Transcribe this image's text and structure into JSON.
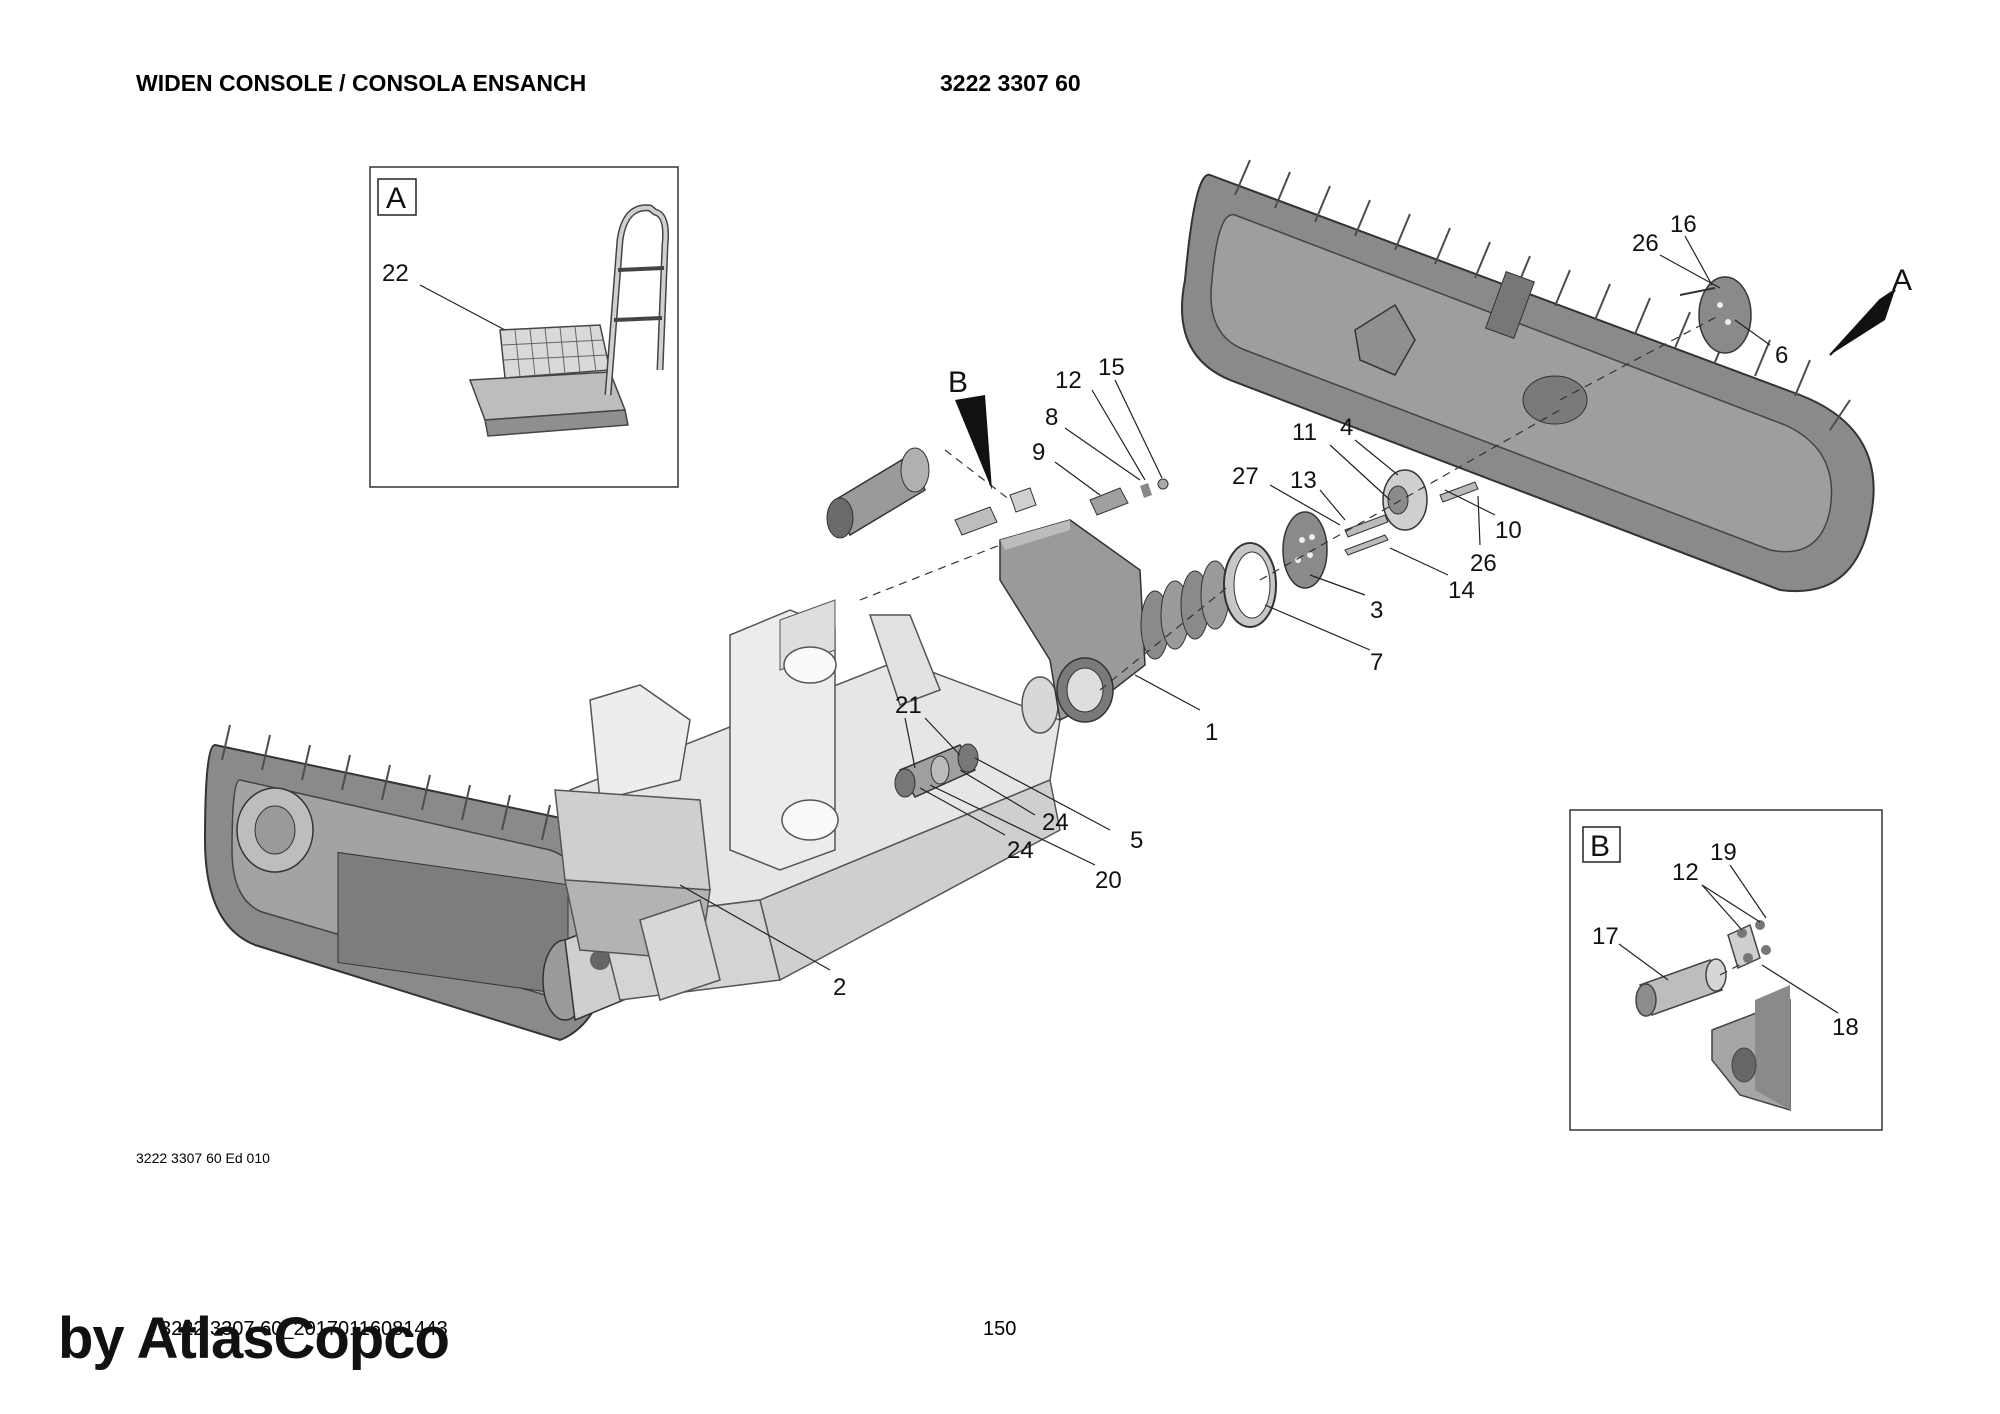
{
  "header": {
    "title": "WIDEN CONSOLE / CONSOLA ENSANCH",
    "part_number": "3222 3307 60"
  },
  "edition": "3222 3307 60 Ed 010",
  "footer": {
    "code": "3222 3307 60_20170116081443",
    "page": "150"
  },
  "watermark": "by AtlasCopco",
  "detail_views": {
    "a": {
      "label": "A"
    },
    "b": {
      "label": "B"
    }
  },
  "view_markers": {
    "a": "A",
    "b": "B"
  },
  "callouts": {
    "c1": "1",
    "c2": "2",
    "c3": "3",
    "c4": "4",
    "c5": "5",
    "c6": "6",
    "c7": "7",
    "c8": "8",
    "c9": "9",
    "c10": "10",
    "c11": "11",
    "c12": "12",
    "c12b": "12",
    "c13": "13",
    "c14": "14",
    "c15": "15",
    "c16": "16",
    "c17": "17",
    "c18": "18",
    "c19": "19",
    "c20": "20",
    "c21": "21",
    "c22": "22",
    "c24a": "24",
    "c24b": "24",
    "c26a": "26",
    "c26b": "26",
    "c27": "27"
  },
  "colors": {
    "track": "#8a8a8a",
    "track_dark": "#5e5e5e",
    "frame": "#e6e6e6",
    "frame_edge": "#555555",
    "part_grey": "#9a9a9a"
  }
}
